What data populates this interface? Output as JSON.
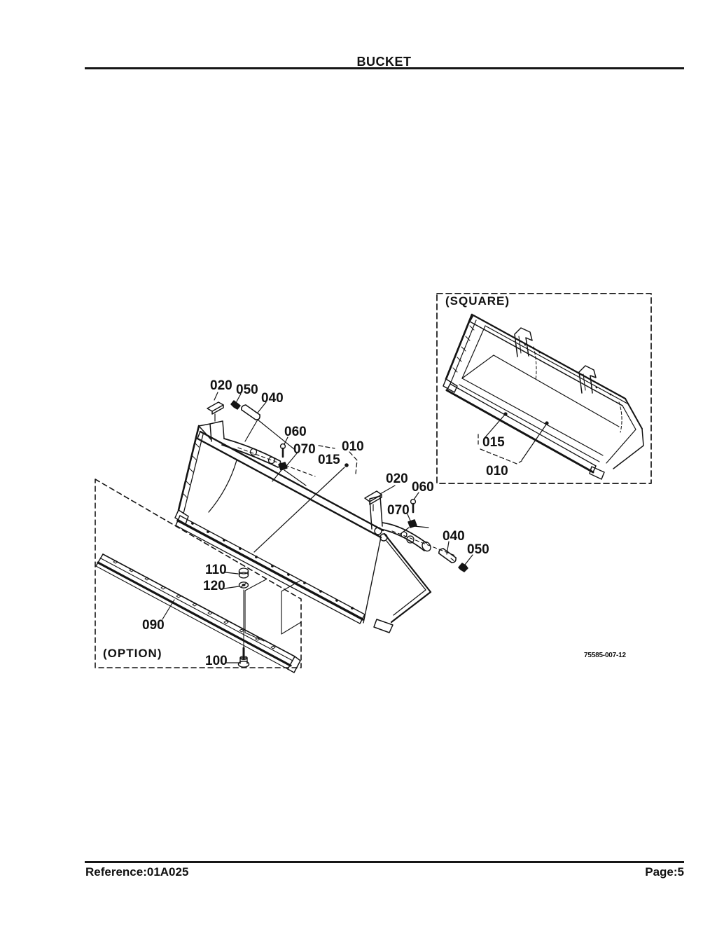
{
  "page": {
    "title": "BUCKET",
    "reference": "Reference:01A025",
    "page_number": "Page:5",
    "drawing_number": "75585-007-12"
  },
  "diagram": {
    "section_labels": {
      "square": "(SQUARE)",
      "option": "(OPTION)"
    },
    "callouts": {
      "c020_left": "020",
      "c050_left": "050",
      "c040_left": "040",
      "c060_left": "060",
      "c070_left": "070",
      "c015_main": "015",
      "c010_main": "010",
      "c020_right": "020",
      "c060_right": "060",
      "c070_right": "070",
      "c040_right": "040",
      "c050_right": "050",
      "c110": "110",
      "c120": "120",
      "c090": "090",
      "c100": "100",
      "c015_square": "015",
      "c010_square": "010"
    }
  }
}
